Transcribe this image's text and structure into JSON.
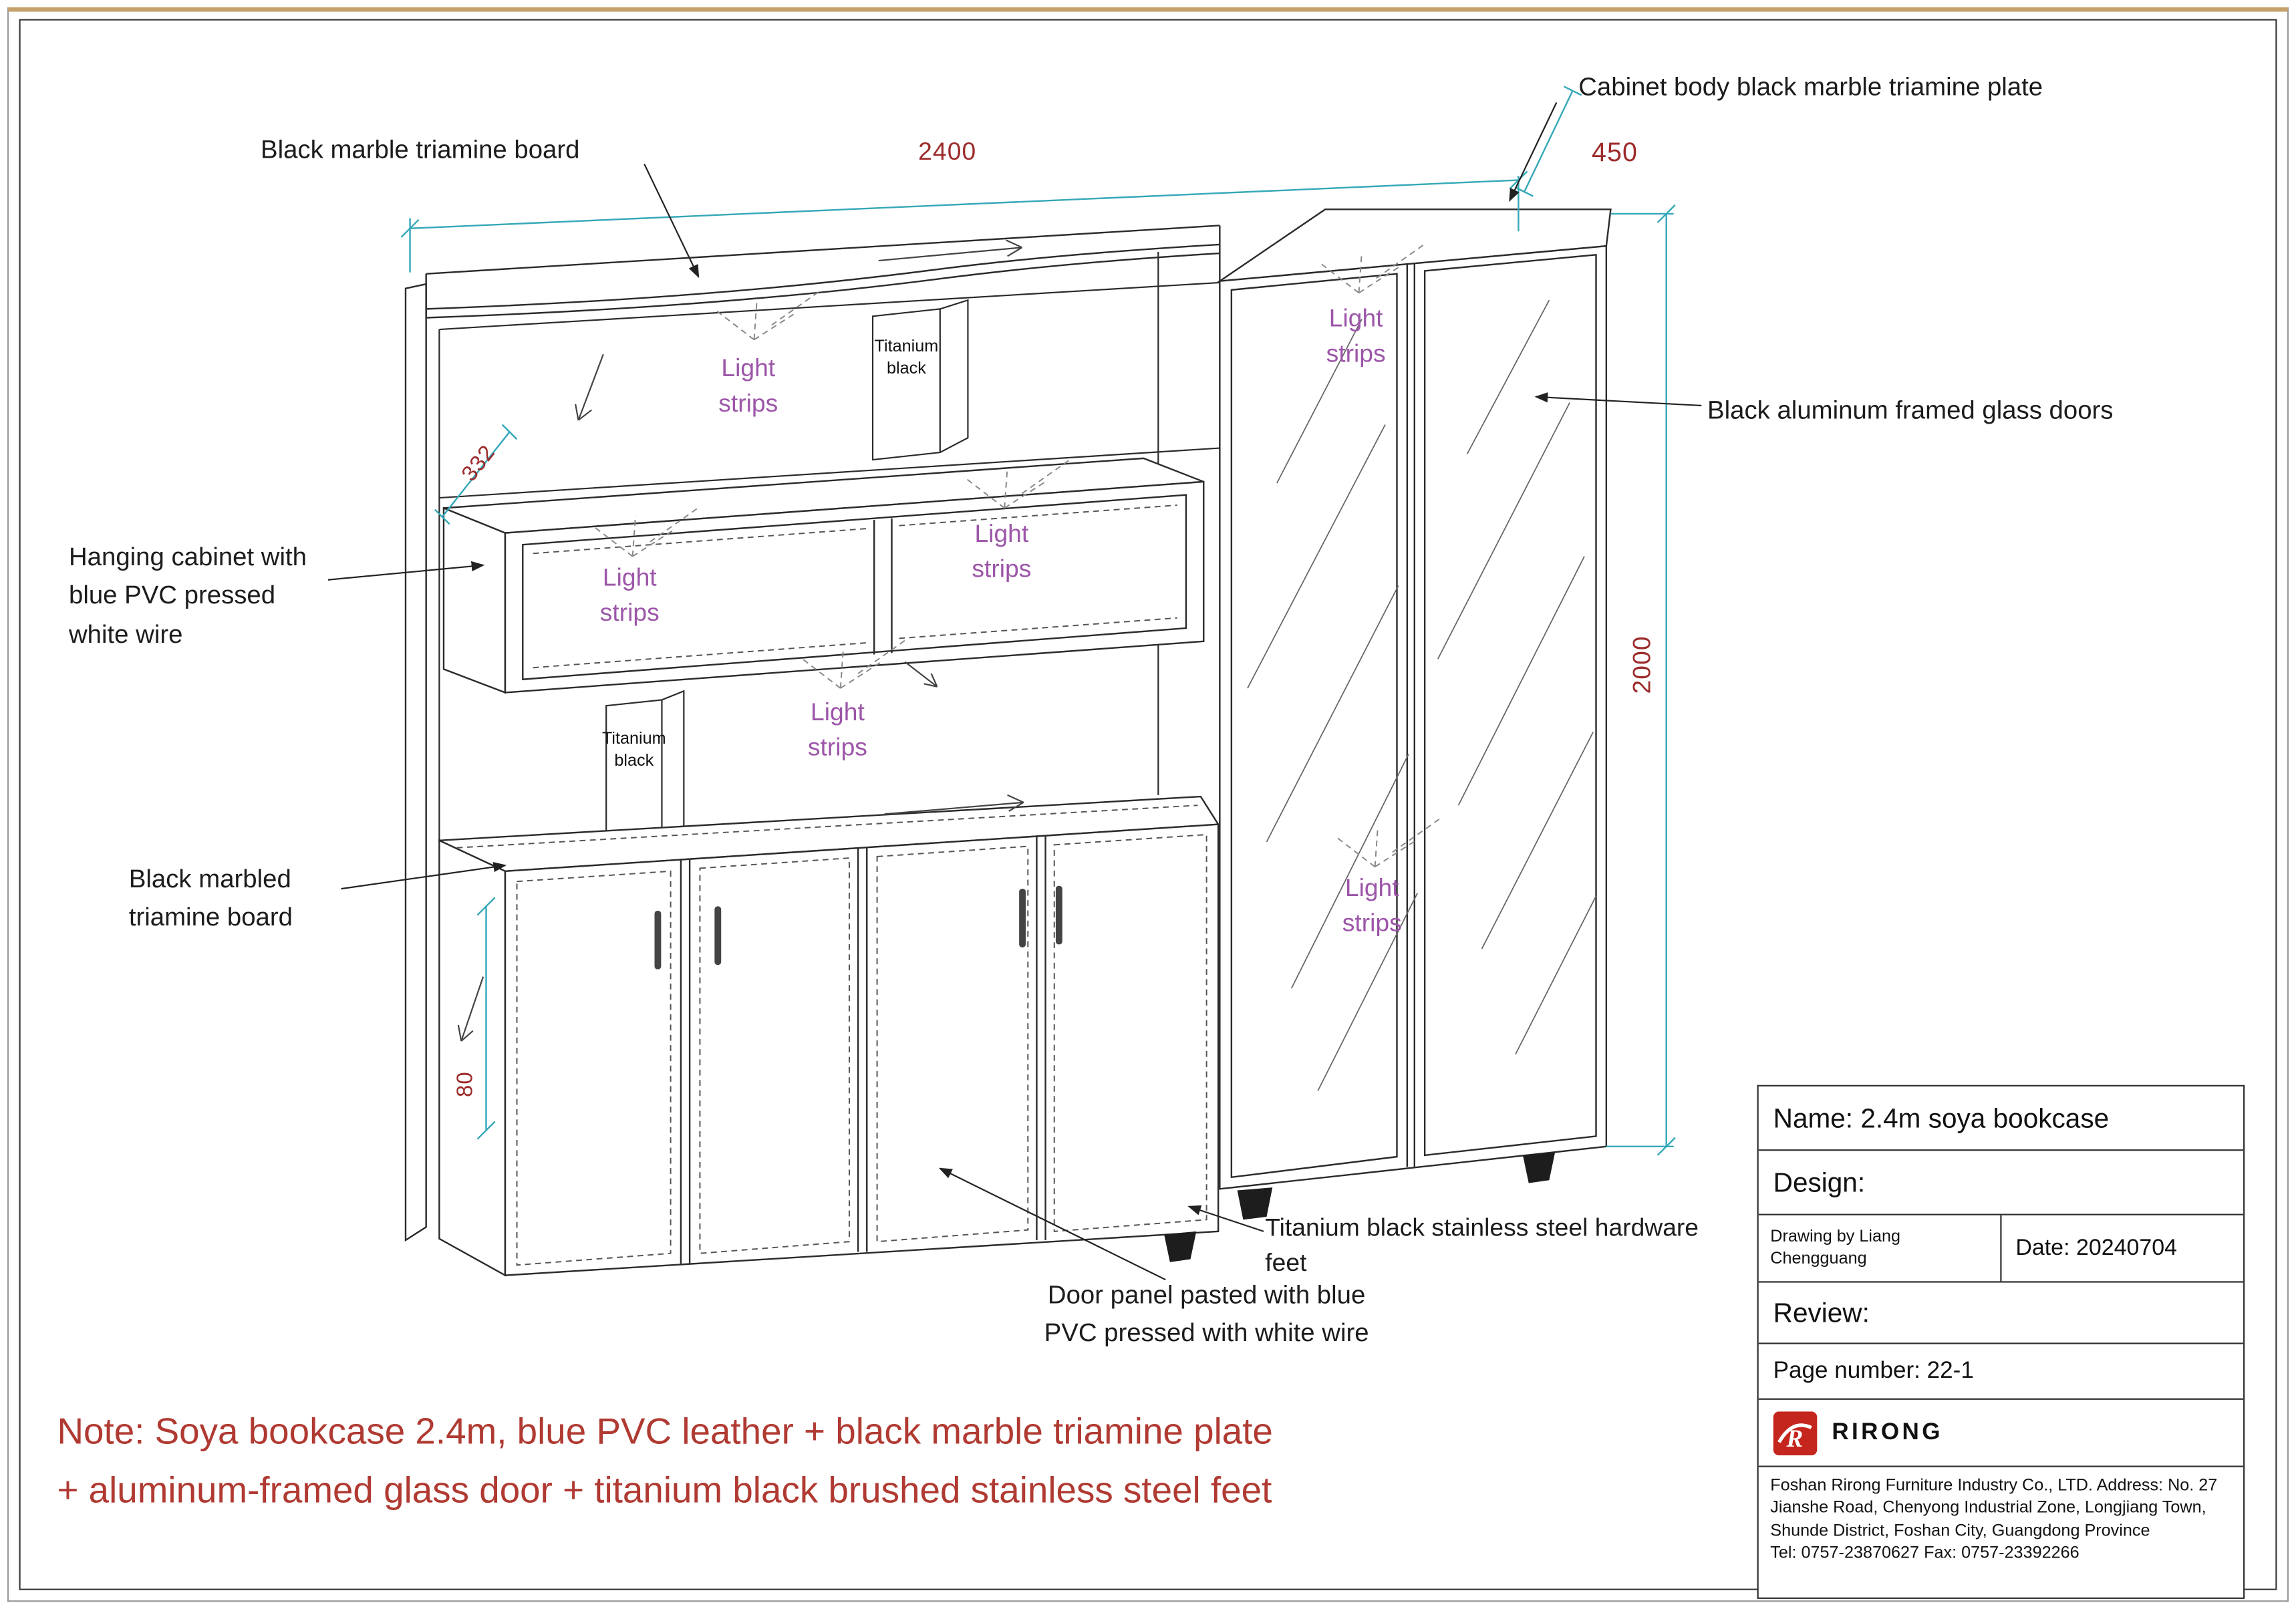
{
  "drawing": {
    "labels": {
      "top_board": "Black marble triamine board",
      "cabinet_body": "Cabinet body black marble triamine plate",
      "glass_doors": "Black aluminum framed glass doors",
      "hanging_cabinet": "Hanging cabinet with blue PVC pressed white wire",
      "bottom_board": "Black marbled triamine board",
      "hardware_feet": "Titanium black stainless steel hardware feet",
      "door_panel": "Door panel pasted with blue PVC pressed with white wire",
      "light_strips": "Light strips",
      "titanium_black": "Titanium black"
    },
    "dims": {
      "width": "2400",
      "depth": "450",
      "hang_depth": "332",
      "height": "2000",
      "base": "80"
    }
  },
  "note": {
    "line1": "Note: Soya bookcase 2.4m, blue PVC leather + black marble triamine plate",
    "line2": "+ aluminum-framed glass door + titanium black brushed stainless steel feet"
  },
  "title_block": {
    "name": "Name: 2.4m soya bookcase",
    "design": "Design:",
    "drawing_by": "Drawing by Liang Chengguang",
    "date": "Date: 20240704",
    "review": "Review:",
    "page": "Page number: 22-1",
    "brand": "RIRONG",
    "company": "Foshan Rirong Furniture Industry Co., LTD. Address: No. 27 Jianshe Road, Chenyong Industrial Zone, Longjiang Town, Shunde District, Foshan City, Guangdong Province",
    "tel": "Tel: 0757-23870627 Fax: 0757-23392266"
  },
  "colors": {
    "dimension_line": "#35A8B8",
    "dimension_text": "#9C2B2B",
    "note_text": "#B03A32",
    "light_strip_text": "#9C56A8",
    "logo_red": "#C4251D",
    "top_rule": "#C5A26B"
  }
}
